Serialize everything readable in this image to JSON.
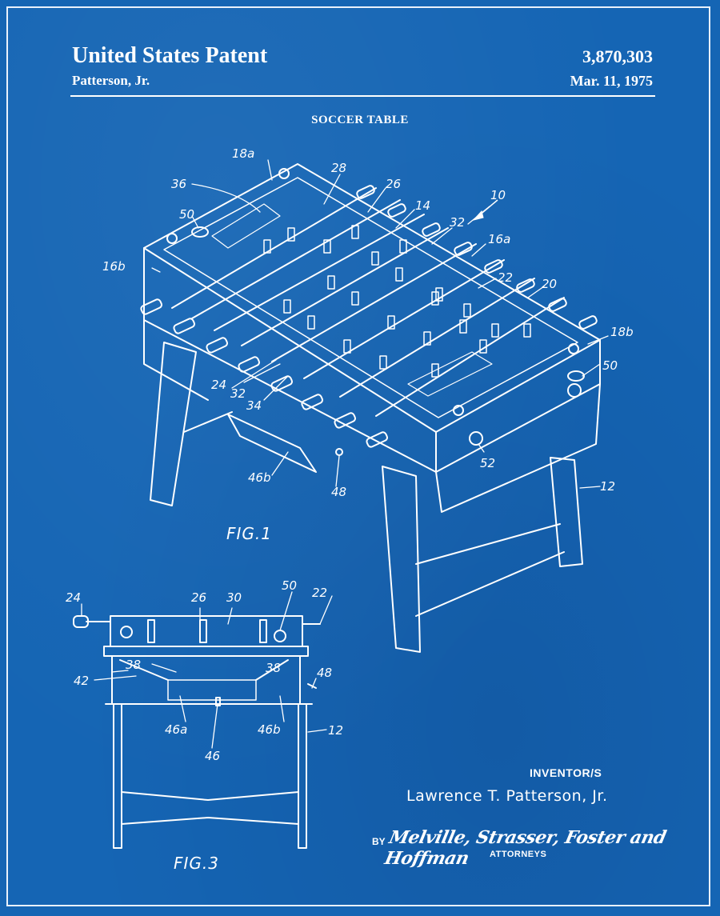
{
  "header": {
    "title": "United States Patent",
    "patent_number": "3,870,303",
    "inventor_short": "Patterson, Jr.",
    "date": "Mar. 11, 1975"
  },
  "document_title": "SOCCER TABLE",
  "figures": {
    "fig1": {
      "label": "FIG.1",
      "refs": [
        "18a",
        "28",
        "26",
        "14",
        "10",
        "36",
        "50",
        "32",
        "16a",
        "16b",
        "22",
        "20",
        "18b",
        "50",
        "24",
        "32",
        "34",
        "46b",
        "48",
        "52",
        "12"
      ]
    },
    "fig3": {
      "label": "FIG.3",
      "refs": [
        "24",
        "26",
        "30",
        "50",
        "22",
        "38",
        "38",
        "42",
        "48",
        "46a",
        "46b",
        "12",
        "46"
      ]
    }
  },
  "signature": {
    "heading": "INVENTOR/S",
    "inventor_name": "Lawrence  T. Patterson, Jr.",
    "by": "BY",
    "firm": "Melville, Strasser, Foster and Hoffman",
    "role": "ATTORNEYS"
  },
  "colors": {
    "background": "#1565b4",
    "ink": "#ffffff",
    "frame": "#e9f1fb"
  }
}
